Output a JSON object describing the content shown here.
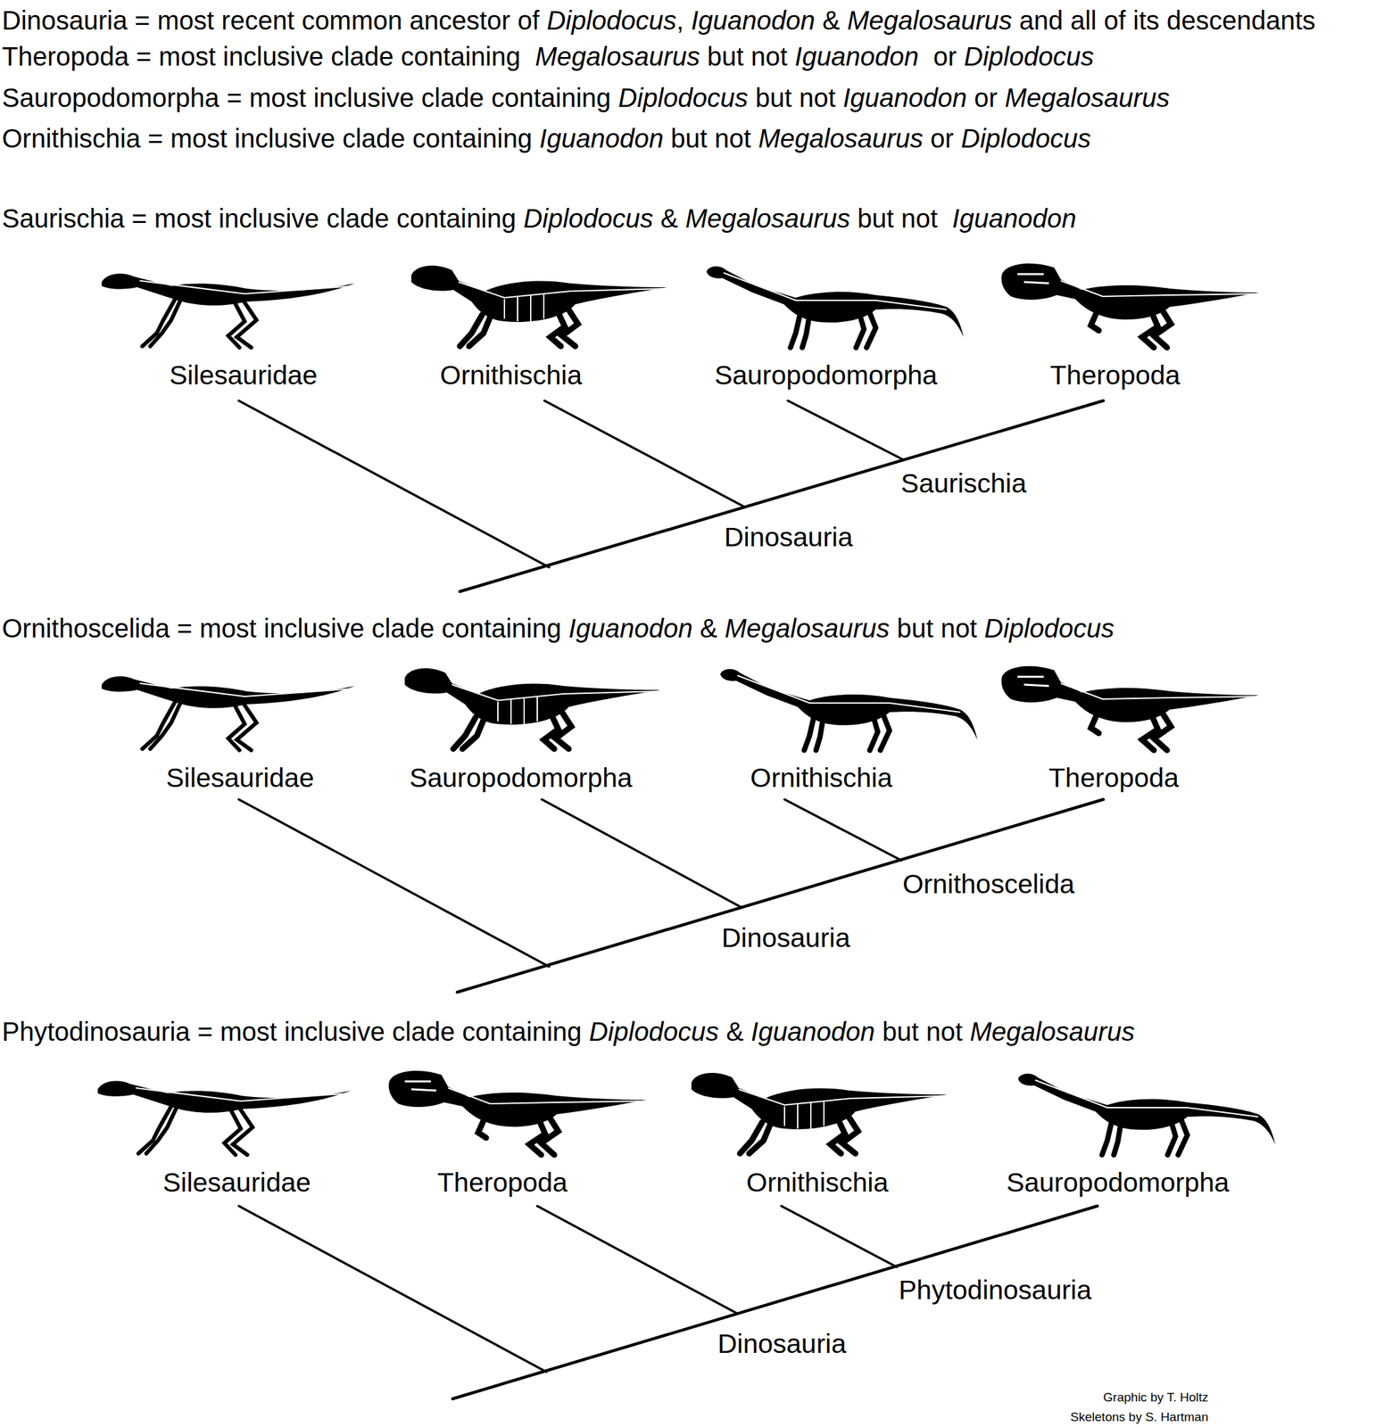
{
  "diagram": {
    "labels": [
      "Dinosauria = most recent common ancestor of Diplodocus, Iguanodon & Megalosaurus and all of its descendants",
      "Theropoda = most inclusive clade containing  Megalosaurus but not Iguanodon  or Diplodocus",
      "Sauropodomorpha = most inclusive clade containing Diplodocus but not Iguanodon or Megalosaurus",
      "Ornithischia = most inclusive clade containing Iguanodon but not Megalosaurus or Diplodocus",
      "Saurischia = most inclusive clade containing Diplodocus & Megalosaurus but not  Iguanodon",
      "Silesauridae",
      "Ornithischia",
      "Sauropodomorpha",
      "Theropoda",
      "Saurischia",
      "Dinosauria",
      "Ornithoscelida = most inclusive clade containing Iguanodon & Megalosaurus but not Diplodocus",
      "Silesauridae",
      "Sauropodomorpha",
      "Ornithischia",
      "Theropoda",
      "Ornithoscelida",
      "Dinosauria",
      "Phytodinosauria = most inclusive clade containing Diplodocus & Iguanodon but not Megalosaurus",
      "Silesauridae",
      "Theropoda",
      "Ornithischia",
      "Sauropodomorpha",
      "Phytodinosauria",
      "Dinosauria",
      "Graphic by T. Holtz",
      "Skeletons by S. Hartman"
    ]
  }
}
